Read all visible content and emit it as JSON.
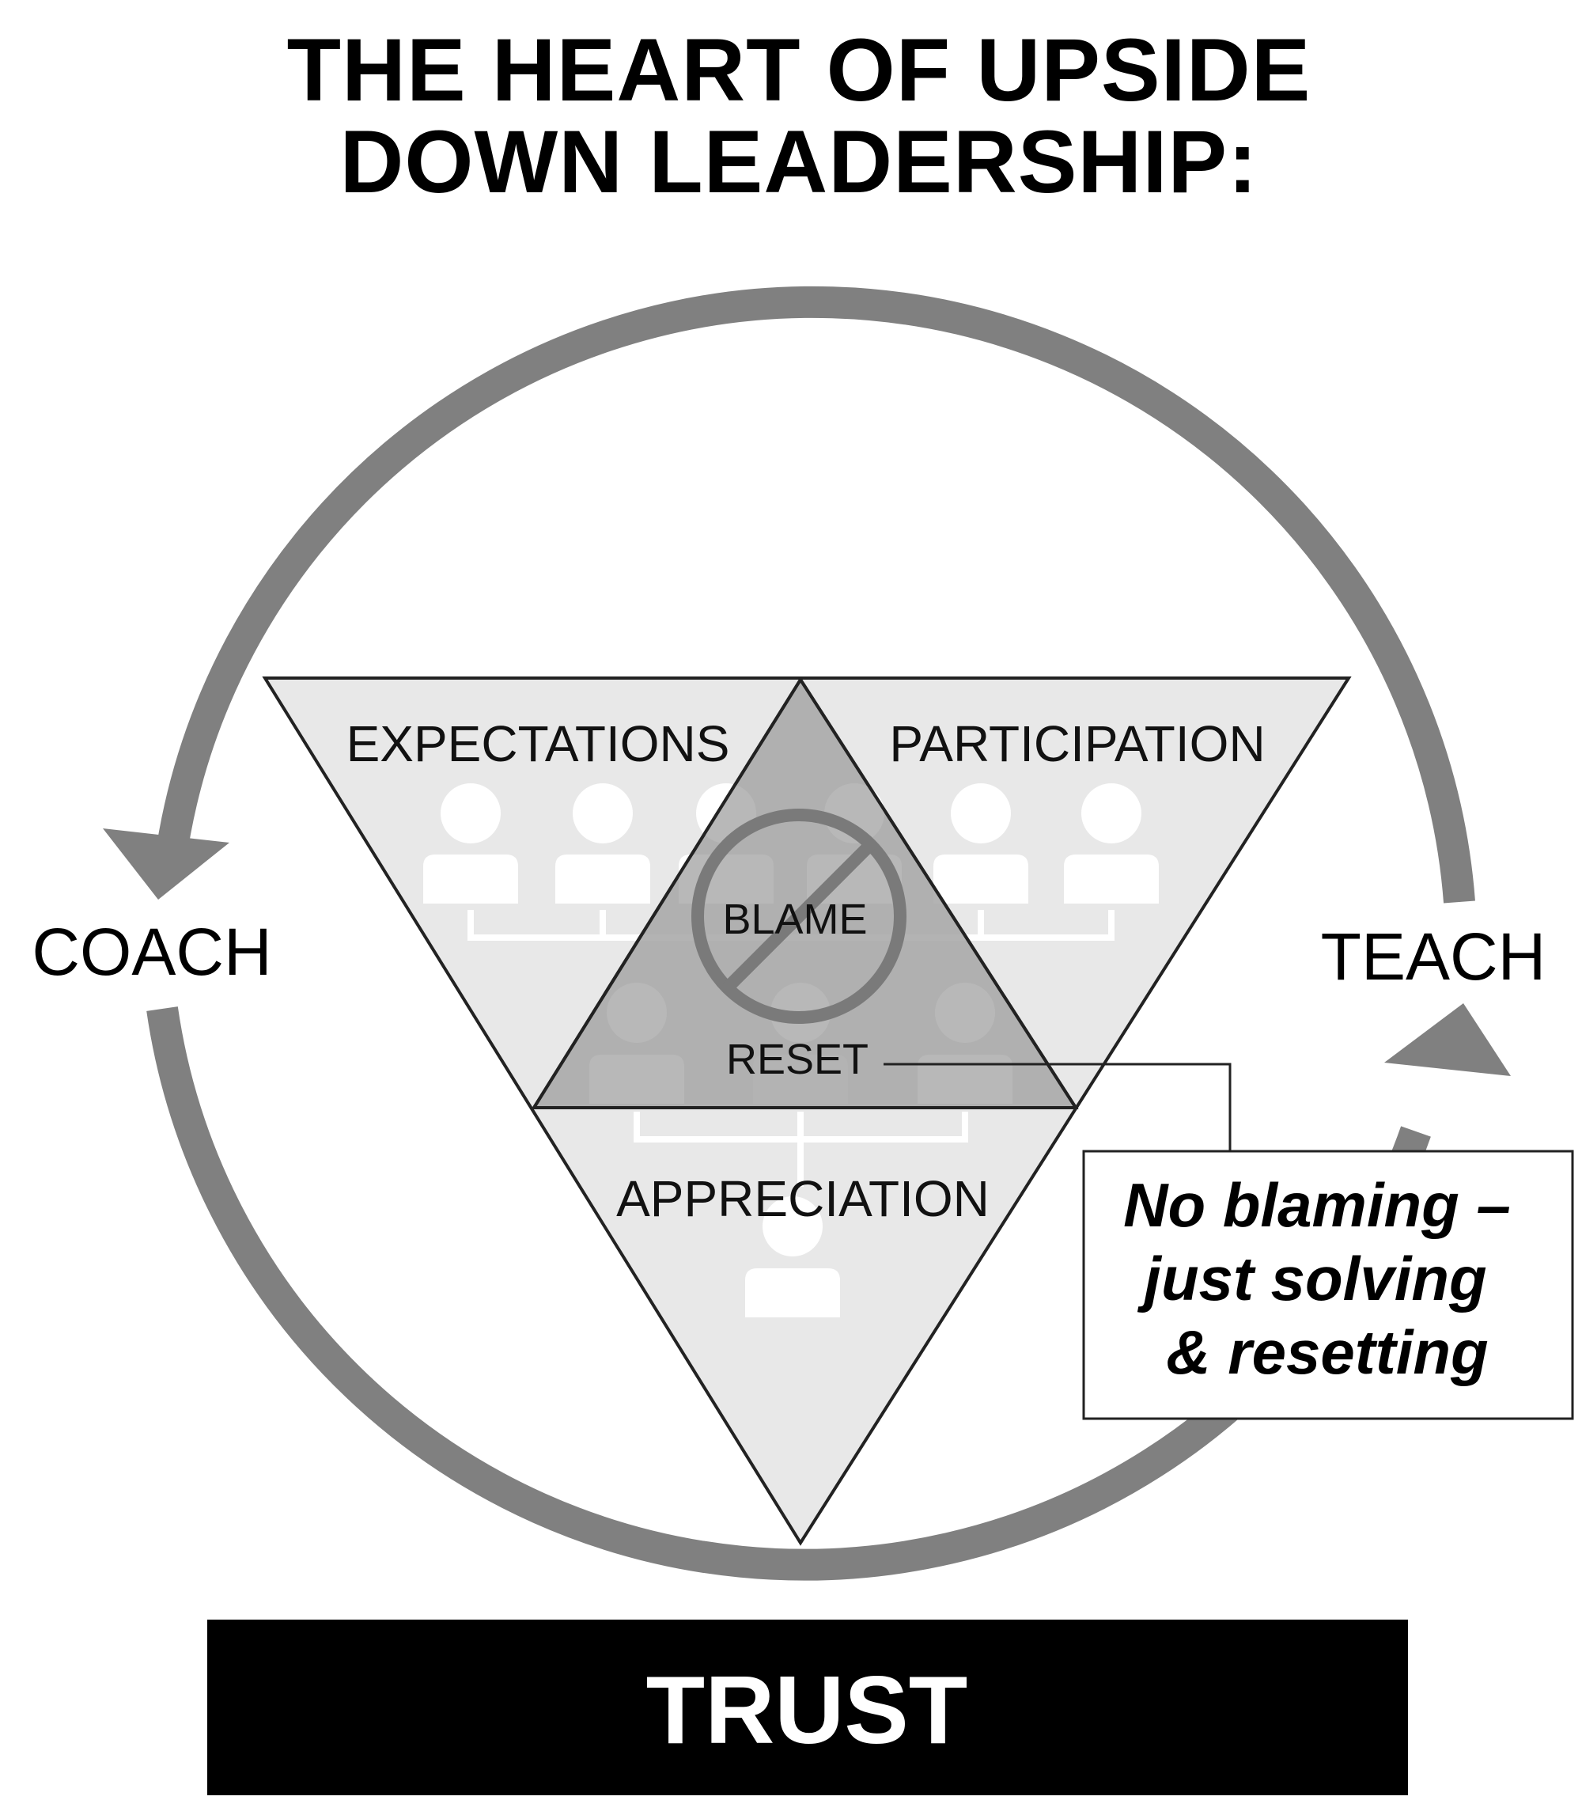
{
  "title": {
    "line1": "THE HEART OF UPSIDE",
    "line2": "DOWN LEADERSHIP:"
  },
  "cycle": {
    "left_label": "COACH",
    "right_label": "TEACH",
    "arrow_color": "#808080"
  },
  "triangle": {
    "top_left": "EXPECTATIONS",
    "top_right": "PARTICIPATION",
    "bottom": "APPRECIATION",
    "center_top": "BLAME",
    "center_bottom": "RESET",
    "outer_fill": "#e8e8e8",
    "center_fill": "#a6a6a6",
    "prohibition_color": "#7a7a7a"
  },
  "callout": {
    "line1": "No blaming –",
    "line2": "just solving",
    "line3": "& resetting"
  },
  "foundation": {
    "label": "TRUST",
    "color": "#000000"
  }
}
